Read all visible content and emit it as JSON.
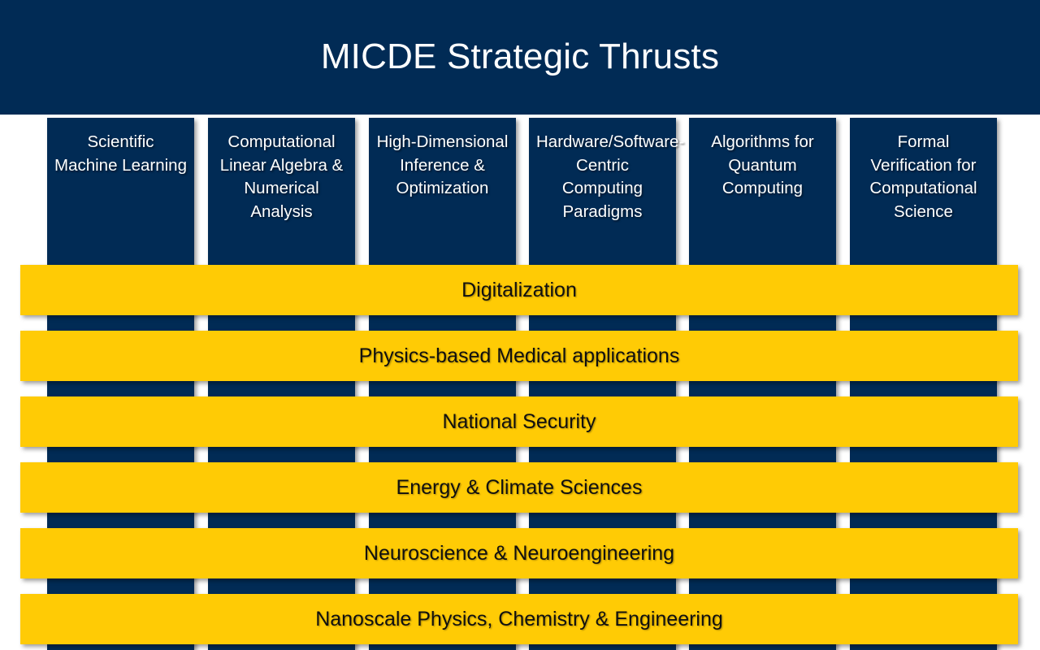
{
  "slide": {
    "title": "MICDE Strategic Thrusts",
    "background_color": "#FFFFFF"
  },
  "theme": {
    "navy": "#012B55",
    "maize": "#FFCB05",
    "title_text_color": "#FFFFFF",
    "bar_text_color": "#101010"
  },
  "thrust_columns": [
    {
      "label": "Scientific Machine Learning"
    },
    {
      "label": "Computational Linear Algebra & Numerical Analysis"
    },
    {
      "label": "High-Dimensional Inference & Optimization"
    },
    {
      "label": "Hardware/Software-Centric Computing Paradigms"
    },
    {
      "label": "Algorithms for Quantum Computing"
    },
    {
      "label": "Formal Verification for Computational Science"
    }
  ],
  "application_bars": [
    {
      "label": "Digitalization"
    },
    {
      "label": "Physics-based Medical applications"
    },
    {
      "label": "National Security"
    },
    {
      "label": "Energy & Climate Sciences"
    },
    {
      "label": "Neuroscience & Neuroengineering"
    },
    {
      "label": "Nanoscale Physics, Chemistry & Engineering"
    }
  ]
}
